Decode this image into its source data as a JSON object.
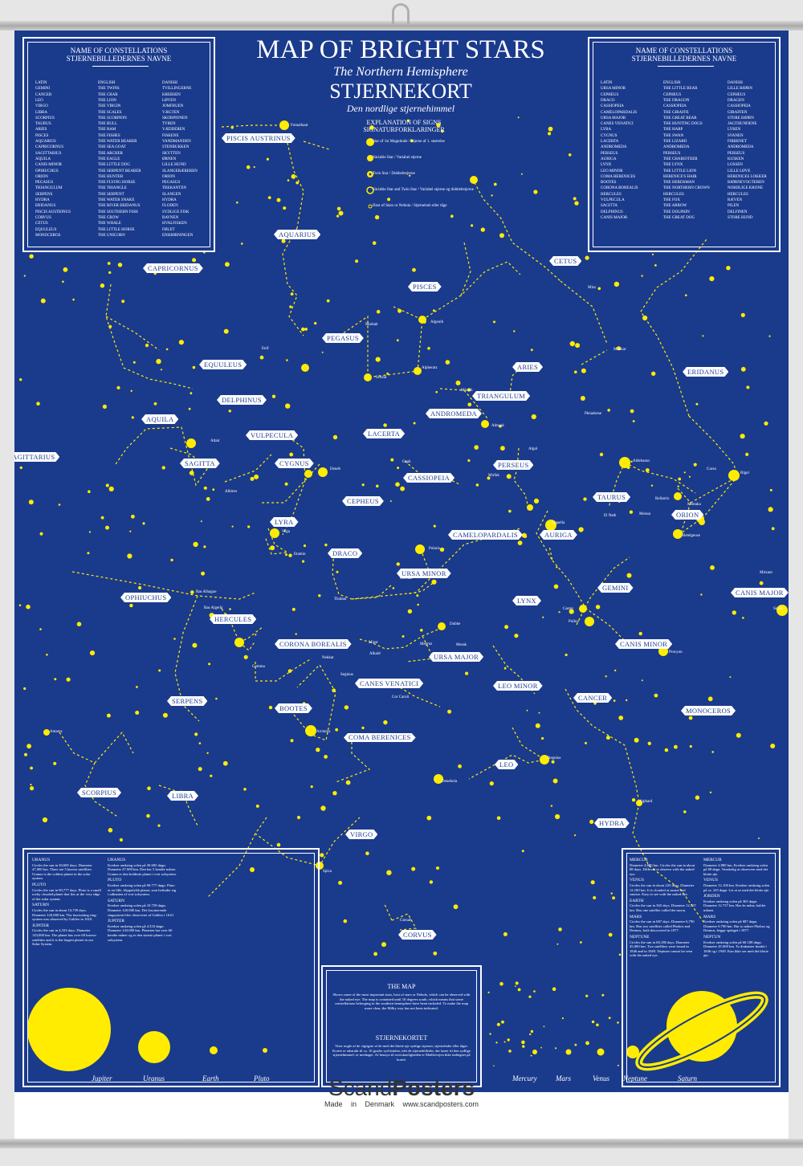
{
  "title": {
    "main": "MAP OF BRIGHT STARS",
    "sub": "The Northern Hemisphere",
    "danish": "STJERNEKORT",
    "danish_sub": "Den nordlige stjernehimmel"
  },
  "names_box": {
    "title1": "NAME OF CONSTELLATIONS",
    "title2": "STJERNEBILLEDERNES NAVNE"
  },
  "constellation_table_left": [
    [
      "LATIN",
      "ENGLISH",
      "DANISH"
    ],
    [
      "GEMINI",
      "THE TWINS",
      "TVILLINGERNE"
    ],
    [
      "CANCER",
      "THE CRAB",
      "KREBSEN"
    ],
    [
      "LEO",
      "THE LION",
      "LØVEN"
    ],
    [
      "VIRGO",
      "THE VIRGIN",
      "JOMFRUEN"
    ],
    [
      "LIBRA",
      "THE SCALES",
      "VÆGTEN"
    ],
    [
      "SCORPIUS",
      "THE SCORPION",
      "SKORPIONEN"
    ],
    [
      "TAURUS",
      "THE BULL",
      "TYREN"
    ],
    [
      "ARIES",
      "THE RAM",
      "VÆDDEREN"
    ],
    [
      "PISCES",
      "THE FISHES",
      "FISKENE"
    ],
    [
      "AQUARIUS",
      "THE WATER BEARER",
      "VANDMANDEN"
    ],
    [
      "CAPRICORNUS",
      "THE SEA GOAT",
      "STENBUKKEN"
    ],
    [
      "SAGITTARIUS",
      "THE ARCHER",
      "SKYTTEN"
    ],
    [
      "AQUILA",
      "THE EAGLE",
      "ØRNEN"
    ],
    [
      "CANIS MINOR",
      "THE LITTLE DOG",
      "LILLE HUND"
    ],
    [
      "OPHIUCHUS",
      "THE SERPENT BEARER",
      "SLANGEBÆREREN"
    ],
    [
      "ORION",
      "THE HUNTER",
      "ORION"
    ],
    [
      "PEGASUS",
      "THE FLYING HORSE",
      "PEGASUS"
    ],
    [
      "TRIANGULUM",
      "THE TRIANGLE",
      "TREKANTEN"
    ],
    [
      "SERPENS",
      "THE SERPENT",
      "SLANGEN"
    ],
    [
      "HYDRA",
      "THE WATER SNAKE",
      "HYDRA"
    ],
    [
      "ERIDANUS",
      "THE RIVER ERIDANUS",
      "FLODEN"
    ],
    [
      "PISCIS AUSTRINUS",
      "THE SOUTHERN FISH",
      "SYDLIGE FISK"
    ],
    [
      "CORVUS",
      "THE CROW",
      "RAVNEN"
    ],
    [
      "CETUS",
      "THE WHALE",
      "HVALFISKEN"
    ],
    [
      "EQUULEUS",
      "THE LITTLE HORSE",
      "FØLET"
    ],
    [
      "MONOCEROS",
      "THE UNICORN",
      "ENHJØRNINGEN"
    ]
  ],
  "constellation_table_right": [
    [
      "LATIN",
      "ENGLISH",
      "DANISH"
    ],
    [
      "URSA MINOR",
      "THE LITTLE BEAR",
      "LILLE BJØRN"
    ],
    [
      "CEPHEUS",
      "CEPHEUS",
      "CEPHEUS"
    ],
    [
      "DRACO",
      "THE DRAGON",
      "DRAGEN"
    ],
    [
      "CASSIOPEIA",
      "CASSIOPEIA",
      "CASSIOPEIA"
    ],
    [
      "CAMELOPARDALIS",
      "THE GIRAFFE",
      "GIRAFFEN"
    ],
    [
      "URSA MAJOR",
      "THE GREAT BEAR",
      "STORE BJØRN"
    ],
    [
      "CANES VENATICI",
      "THE HUNTING DOGS",
      "JAGTHUNDENE"
    ],
    [
      "LYRA",
      "THE HARP",
      "LYREN"
    ],
    [
      "CYGNUS",
      "THE SWAN",
      "SVANEN"
    ],
    [
      "LACERTA",
      "THE LIZARD",
      "FIRBENET"
    ],
    [
      "ANDROMEDA",
      "ANDROMEDA",
      "ANDROMEDA"
    ],
    [
      "PERSEUS",
      "PERSEUS",
      "PERSEUS"
    ],
    [
      "AURIGA",
      "THE CHARIOTEER",
      "KUSKEN"
    ],
    [
      "LYNX",
      "THE LYNX",
      "LOSSEN"
    ],
    [
      "LEO MINOR",
      "THE LITTLE LION",
      "LILLE LØVE"
    ],
    [
      "COMA BERENICES",
      "BERENICE'S HAIR",
      "BERENICES LOKKER"
    ],
    [
      "BOOTES",
      "THE HERDSMAN",
      "BJØRNEVOGTEREN"
    ],
    [
      "CORONA BOREALIS",
      "THE NORTHERN CROWN",
      "NORDLIGE KRONE"
    ],
    [
      "HERCULES",
      "HERCULES",
      "HERCULES"
    ],
    [
      "VULPECULA",
      "THE FOX",
      "RÆVEN"
    ],
    [
      "SAGITTA",
      "THE ARROW",
      "PILEN"
    ],
    [
      "DELPHINUS",
      "THE DOLPHIN",
      "DELFINEN"
    ],
    [
      "CANIS MAJOR",
      "THE GREAT DOG",
      "STORE HUND"
    ]
  ],
  "legend": {
    "title1": "EXPLANATION OF SIGNS",
    "title2": "SIGNATURFORKLARINGER",
    "rows": [
      "Star of 1st Magnitude / Stjerne af 1. størrelse",
      "Variable Star / Variabel stjerne",
      "Twin Star / Dobbeltstjerne",
      "Variable Star and Twin Star / Variabel stjerne og dobbeltstjerne",
      "Host of Stars or Nebula / Stjernehob eller tåge"
    ]
  },
  "constellation_labels": [
    "PISCIS AUSTRINUS",
    "AQUARIUS",
    "CAPRICORNUS",
    "PISCES",
    "CETUS",
    "PEGASUS",
    "EQUULEUS",
    "ARIES",
    "ERIDANUS",
    "DELPHINUS",
    "TRIANGULUM",
    "AQUILA",
    "ANDROMEDA",
    "LACERTA",
    "VULPECULA",
    "SAGITTARIUS",
    "SAGITTA",
    "CYGNUS",
    "PERSEUS",
    "CASSIOPEIA",
    "TAURUS",
    "CEPHEUS",
    "ORION",
    "LYRA",
    "CAMELOPARDALIS",
    "AURIGA",
    "DRACO",
    "URSA MINOR",
    "GEMINI",
    "CANIS MAJOR",
    "OPHIUCHUS",
    "LYNX",
    "HERCULES",
    "CORONA BOREALIS",
    "URSA MAJOR",
    "CANIS MINOR",
    "CANES VENATICI",
    "LEO MINOR",
    "SERPENS",
    "CANCER",
    "BOOTES",
    "MONOCEROS",
    "COMA BERENICES",
    "LEO",
    "SCORPIUS",
    "LIBRA",
    "HYDRA",
    "VIRGO",
    "CORVUS"
  ],
  "star_names": [
    "Fomalhaut",
    "Mira",
    "Menkar",
    "Deneb",
    "Altair",
    "Albireo",
    "Vega",
    "Polaris",
    "Kochab",
    "Thuban",
    "Etamin",
    "Scheat",
    "Markab",
    "Alpheratz",
    "Algenib",
    "Mirach",
    "Almaak",
    "Algol",
    "Mirfak",
    "Caph",
    "Pleiaderne",
    "Aldebaran",
    "El Nath",
    "Bellatrix",
    "Rigel",
    "Betelgeuse",
    "Mintaka",
    "Capella",
    "Castor",
    "Pollux",
    "Procyon",
    "Sirius",
    "Mirzam",
    "Regulus",
    "Denebola",
    "Alphard",
    "Spica",
    "Gienah",
    "Arcturus",
    "Nekkar",
    "Gemma",
    "Ras Alhague",
    "Ras Algethi",
    "Cor Caroli",
    "Mizar",
    "Alkaid",
    "Dubhe",
    "Merak",
    "Megrez",
    "Antares",
    "Seginus",
    "Enif",
    "Cursa",
    "Meissa"
  ],
  "map_box": {
    "title": "THE MAP",
    "body": "Shows some of the most important stars, host of stars or Nebula, which can be observed with the naked eye. The map is contained until 10 degrees south, which means that some constellations belonging to the southern hemisphere have been included. To make the map more clear, the Milky way has not been indicated.",
    "title_dk": "STJERNEKORTET",
    "body_dk": "Viser nogle af de vigtigste af de med det blotte øje synlige stjerner, stjernehobe eller tåger. Kortet er udstrakt til ca. 10 grader syd himlen, idet de stjernebilleder, der hører til den sydlige stjernehimmel, er medtaget. Af hensyn til overskueligheden er Mælkevejen ikke indtegnet på kortet."
  },
  "outer_planets_text": [
    {
      "h": "URANUS",
      "t": "Circles the sun in 30,685 days. Diameter 47,000 km. There are 5 known satellites. Uranus is the coldest planet in the solar system."
    },
    {
      "h": "URANUS",
      "t": "Kredser omkring solen på 30.685 døgn. Diameter 47.000 km. Den har 5 kendte måner. Uranus er den koldeste planet i vort solsystem."
    },
    {
      "h": "PLUTO",
      "t": "Circles the sun in 90,777 days. Pluto is a small rocky clouded planet that lies at the very edge of the solar system."
    },
    {
      "h": "PLUTO",
      "t": "Kredser omkring solen på 90.777 døgn. Pluto er en lille, klippefyldt planet, som befinder sig i udkanten af vort solsystem."
    },
    {
      "h": "SATURN",
      "t": "Circles the sun in about 10,759 days. Diameter 120,000 km. The fascinating ring-system was observed by Galileo in 1610."
    },
    {
      "h": "SATURN",
      "t": "Kredser omkring solen på 10.759 døgn. Diameter 120.000 km. Det fascinerende ringsystem blev observeret af Galileo i 1610."
    },
    {
      "h": "JUPITER",
      "t": "Circles the sun in 4,333 days. Diameter 143,000 km. The planet has over 60 known satellites and it is the largest planet in our Solar System."
    },
    {
      "h": "JUPITER",
      "t": "Kredser omkring solen på 4.333 døgn. Diameter 143.000 km. Planeten har over 60 kendte måner og er den største planet i vort solsystem."
    }
  ],
  "inner_planets_text": [
    {
      "h": "MERCUR",
      "t": "Diameter 4,880 km. Circles the sun in about 88 days. Difficult to observe with the naked eye."
    },
    {
      "h": "MERCUR",
      "t": "Diameter 4.880 km. Kredser omkring solen på 88 døgn. Vanskelig at observere med det blotte øje."
    },
    {
      "h": "VENUS",
      "t": "Circles the sun in about 225 days. Diameter 12,100 km. It is clouded at sunset and sunrise. Easy to see with the naked eye."
    },
    {
      "h": "VENUS",
      "t": "Diameter 12.100 km. Kredser omkring solen på ca. 225 døgn. Let at se med det blotte øje."
    },
    {
      "h": "EARTH",
      "t": "Circles the sun in 365 days. Diameter 12,757 km. Has one satellite called the moon."
    },
    {
      "h": "JORDEN",
      "t": "Kredser omkring solen på 365 døgn. Diameter 12.757 km. Har én måne, kaldet månen."
    },
    {
      "h": "MARS",
      "t": "Circles the sun in 687 days. Diameter 6,790 km. Has two satellites called Phobos and Deimos, both discovered in 1877."
    },
    {
      "h": "MARS",
      "t": "Kredser omkring solen på 687 døgn. Diameter 6.790 km. Har to måner Phobos og Deimos, begge opdaget i 1877."
    },
    {
      "h": "NEPTUNE",
      "t": "Circles the sun in 60,188 days. Diameter 45,000 km. Two satellites were found in 1846 and in 1949. Neptune cannot be seen with the naked eye."
    },
    {
      "h": "NEPTUN",
      "t": "Kredser omkring solen på 60.188 døgn. Diameter 45.000 km. To drabanter fundet i 1846 og i 1949. Kan ikke ses med det blotte øje."
    }
  ],
  "planets": [
    "Jupiter",
    "Uranus",
    "Earth",
    "Pluto",
    "Mercury",
    "Mars",
    "Venus",
    "Neptune",
    "Saturn"
  ],
  "brand": {
    "name_a": "Scand",
    "name_b": "Posters",
    "tagline": "Made in Denmark",
    "url": "www.scandposters.com"
  },
  "colors": {
    "sky": "#1a3a8c",
    "star": "#ffec00",
    "label_bg": "#ffffff",
    "label_text": "#1a3a8c"
  }
}
